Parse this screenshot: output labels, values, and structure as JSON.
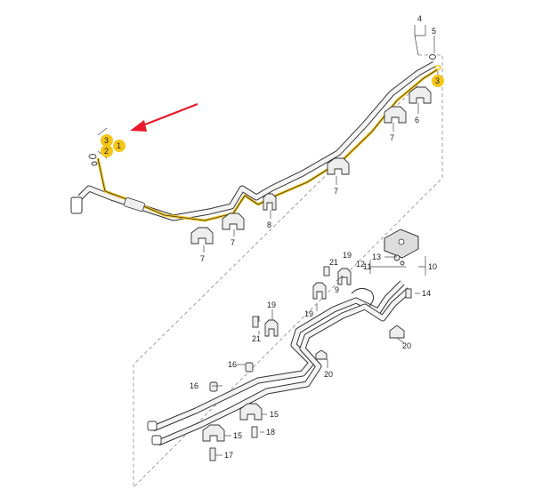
{
  "diagram": {
    "callouts": {
      "c1": "1",
      "c2": "2",
      "c3a": "3",
      "c3b": "3",
      "c4": "4",
      "c5": "5",
      "c6": "6",
      "c7a": "7",
      "c7b": "7",
      "c7c": "7",
      "c7d": "7",
      "c8": "8",
      "c9": "9",
      "c10": "10",
      "c11": "11",
      "c12": "12",
      "c13": "13",
      "c14": "14",
      "c15a": "15",
      "c15b": "15",
      "c16a": "16",
      "c16b": "16",
      "c17": "17",
      "c18": "18",
      "c19a": "19",
      "c19b": "19",
      "c19c": "19",
      "c20a": "20",
      "c20b": "20",
      "c21a": "21",
      "c21b": "21"
    },
    "colors": {
      "highlight": "#f5c518",
      "arrow": "#e8192c",
      "line": "#333333",
      "pipe_fill": "#f4f4f4"
    }
  }
}
